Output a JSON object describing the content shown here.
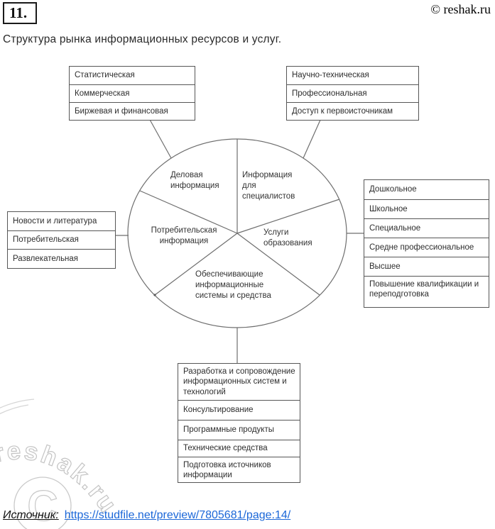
{
  "badge": "11.",
  "copyright": "© reshak.ru",
  "title": "Структура рынка информационных ресурсов и услуг.",
  "diagram": {
    "sectors": {
      "business": "Деловая информация",
      "specialists": "Информация для специалистов",
      "education_services": "Услуги образования",
      "support_systems": "Обеспечивающие информационные системы и средства",
      "consumer": "Потребительская информация"
    },
    "boxes": {
      "business": {
        "items": [
          "Статистическая",
          "Коммерческая",
          "Биржевая и финансовая"
        ]
      },
      "specialists": {
        "items": [
          "Научно-техническая",
          "Профессиональная",
          "Доступ к первоисточникам"
        ]
      },
      "consumer": {
        "items": [
          "Новости и литература",
          "Потребительская",
          "Развлекательная"
        ]
      },
      "education": {
        "items": [
          "Дошкольное",
          "Школьное",
          "Специальное",
          "Средне профессиональное",
          "Высшее",
          "Повышение квалификации и переподготовка"
        ]
      },
      "support": {
        "items": [
          "Разработка и сопровождение информационных систем и технологий",
          "Консультирование",
          "Программные продукты",
          "Технические средства",
          "Подготовка источников информации"
        ]
      }
    }
  },
  "source": {
    "label": "Источник:",
    "url": "https://studfile.net/preview/7805681/page:14/"
  },
  "watermark": {
    "text": "reshak.ru",
    "symbol": "C"
  },
  "colors": {
    "link": "#1b67d8",
    "diagram_line": "#6e6e6e",
    "box_border": "#565656",
    "watermark": "#c9c9c9"
  }
}
